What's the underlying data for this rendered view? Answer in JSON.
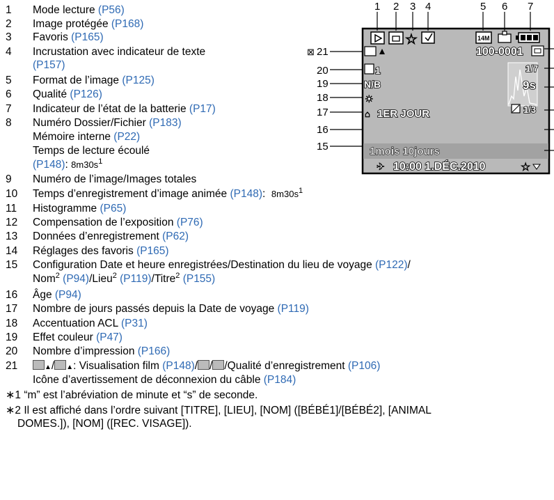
{
  "items": [
    {
      "num": "1",
      "text": "Mode lecture ",
      "ref": "(P56)"
    },
    {
      "num": "2",
      "text": "Image protégée ",
      "ref": "(P168)"
    },
    {
      "num": "3",
      "text": "Favoris ",
      "ref": "(P165)"
    },
    {
      "num": "4",
      "text": "Incrustation avec indicateur de texte",
      "ref": ""
    },
    {
      "num": "",
      "text": "",
      "ref": "(P157)"
    },
    {
      "num": "5",
      "text": "Format de l’image ",
      "ref": "(P125)"
    },
    {
      "num": "6",
      "text": "Qualité ",
      "ref": "(P126)"
    },
    {
      "num": "7",
      "text": "Indicateur de l’état de la batterie ",
      "ref": "(P17)"
    },
    {
      "num": "8",
      "text": "Numéro Dossier/Fichier ",
      "ref": "(P183)"
    },
    {
      "num": "",
      "text": "Mémoire interne ",
      "ref": "(P22)"
    },
    {
      "num": "",
      "text": "Temps de lecture écoulé",
      "ref": ""
    }
  ],
  "item8_ref_line": {
    "ref": "(P148)",
    "colon": ":",
    "time": "8m30s",
    "mark": "\u00011"
  },
  "items2": [
    {
      "num": "9",
      "text": "Numéro de l’image/Images totales",
      "ref": ""
    },
    {
      "num": "10",
      "text": "Temps d’enregistrement d’image animée ",
      "ref": "(P148)"
    },
    {
      "num": "11",
      "text": "Histogramme ",
      "ref": "(P65)"
    },
    {
      "num": "12",
      "text": "Compensation de l’exposition ",
      "ref": "(P76)"
    },
    {
      "num": "13",
      "text": "Données d’enregistrement ",
      "ref": "(P62)"
    },
    {
      "num": "14",
      "text": "Réglages des favoris ",
      "ref": "(P165)"
    }
  ],
  "item10_suffix": {
    "colon": ":",
    "time": "8m30s",
    "mark": "\u00011"
  },
  "item15": {
    "num": "15",
    "line1_text": "Configuration Date et heure enregistrées/Destination du lieu de voyage ",
    "line1_ref": "(P122)",
    "line2_parts": [
      {
        "t": "Nom",
        "ref": false
      },
      {
        "t": "\u00012",
        "sup": true
      },
      {
        "t": " ",
        "ref": false
      },
      {
        "t": "(P94)",
        "ref": true
      },
      {
        "t": "/Lieu",
        "ref": false
      },
      {
        "t": "\u00012",
        "sup": true
      },
      {
        "t": " ",
        "ref": false
      },
      {
        "t": "(P119)",
        "ref": true
      },
      {
        "t": "/Titre",
        "ref": false
      },
      {
        "t": "\u00012",
        "sup": true
      },
      {
        "t": " ",
        "ref": false
      },
      {
        "t": "(P155)",
        "ref": true
      }
    ]
  },
  "items3": [
    {
      "num": "16",
      "text": "Âge ",
      "ref": "(P94)"
    },
    {
      "num": "17",
      "text": "Nombre de jours passés depuis la Date de voyage ",
      "ref": "(P119)"
    },
    {
      "num": "18",
      "text": "Accentuation ACL ",
      "ref": "(P31)"
    },
    {
      "num": "19",
      "text": "Effet couleur ",
      "ref": "(P47)"
    },
    {
      "num": "20",
      "text": "Nombre d’impression ",
      "ref": "(P166)"
    }
  ],
  "item21": {
    "num": "21",
    "line1_a": ": Visualisation film ",
    "line1_ref1": "(P148)",
    "line1_b": "/Qualité d’enregistrement ",
    "line1_ref2": "(P106)",
    "line2_text": "Icône d’avertissement de déconnexion du câble ",
    "line2_ref": "(P184)"
  },
  "notes": {
    "n1_mark": "\u00011",
    "n1_text": " “m” est l’abréviation de minute et “s” de seconde.",
    "n2_mark": "\u00012",
    "n2_line1": " Il est affiché dans l’ordre suivant [TITRE], [LIEU], [NOM] ([BÉBÉ1]/[BÉBÉ2], [ANIMAL",
    "n2_line2": "DOMES.]), [NOM] ([REC. VISAGE])."
  },
  "screen": {
    "callouts_top": [
      "1",
      "2",
      "3",
      "4",
      "5",
      "6",
      "7"
    ],
    "callouts_left": [
      "21",
      "20",
      "19",
      "18",
      "17",
      "16",
      "15"
    ],
    "file_number": "100-0001",
    "image_count": "1/7",
    "time_counter": "9s",
    "exposure": "1/3",
    "bw_label": "N/B",
    "print_count": "1",
    "day_label": "1ER JOUR",
    "age_label": "1mois 10jours",
    "datetime": "10:00  1.DÉC.2010",
    "format_label": "14M"
  }
}
